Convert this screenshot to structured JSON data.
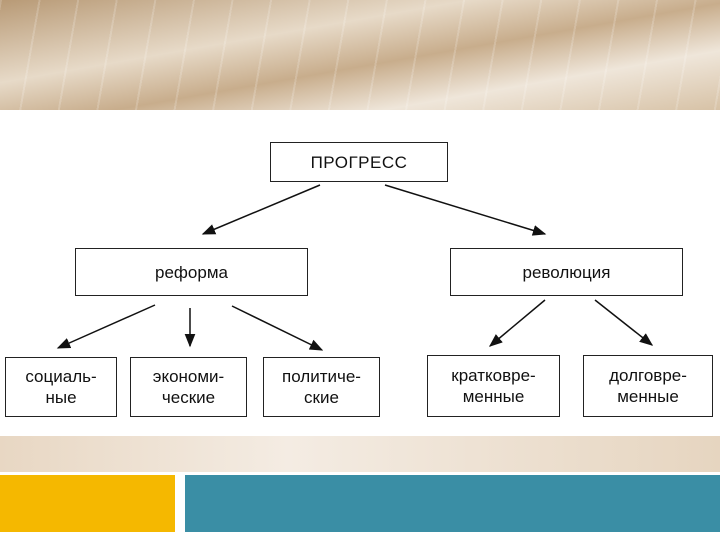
{
  "diagram": {
    "root": {
      "label": "ПРОГРЕСС"
    },
    "branches": [
      {
        "label": "реформа",
        "children": [
          {
            "line1": "социаль-",
            "line2": "ные"
          },
          {
            "line1": "экономи-",
            "line2": "ческие"
          },
          {
            "line1": "политиче-",
            "line2": "ские"
          }
        ]
      },
      {
        "label": "революция",
        "children": [
          {
            "line1": "кратковре-",
            "line2": "менные"
          },
          {
            "line1": "долговре-",
            "line2": "менные"
          }
        ]
      }
    ]
  },
  "footer": {
    "left_color": "#f5b800",
    "right_color": "#3a8ea5"
  }
}
